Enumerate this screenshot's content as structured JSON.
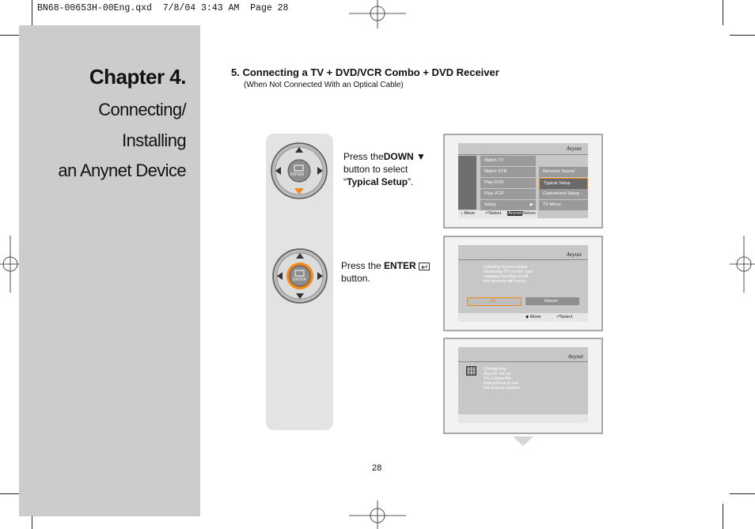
{
  "header": {
    "line": "BN68-00653H-00Eng.qxd  7/8/04 3:43 AM  Page 28"
  },
  "sidebar": {
    "chapter": "Chapter 4.",
    "subtitle": [
      "Connecting/",
      "Installing",
      "an Anynet Device"
    ]
  },
  "section": {
    "title": "5. Connecting a TV + DVD/VCR Combo + DVD Receiver",
    "subtitle": "(When Not Connected With an Optical Cable)"
  },
  "step1": {
    "text_a": "Press the",
    "key": "DOWN",
    "arrow": "▼",
    "text_b": "button to select",
    "quote_open": "“",
    "option": "Typical Setup",
    "quote_close": "”."
  },
  "step2": {
    "text_a": "Press the ",
    "key": "ENTER",
    "text_b": "button."
  },
  "remote": {
    "enter_label": "ENTER"
  },
  "screen1": {
    "logo": "Anynet",
    "menu": [
      "Watch TV",
      "Watch STB",
      "Play DVD",
      "Play VCR",
      "Setup"
    ],
    "submenu": [
      "Receiver Sound",
      "Typical Setup",
      "Customized Setup",
      "TV Menu"
    ],
    "footer": {
      "move": "Move",
      "select": "Select",
      "anynet": "Anynet",
      "return": "Return"
    }
  },
  "screen2": {
    "logo": "Anynet",
    "message": [
      "Initiating Anynet setup.",
      "Flickering TV screen and",
      "repeated turning on/off",
      "the devices will occur."
    ],
    "ok": "OK",
    "return": "Return",
    "footer": {
      "move": "Move",
      "select": "Select"
    }
  },
  "screen3": {
    "logo": "Anynet",
    "message": [
      "Configuring",
      "Anynet set up...",
      "1% Follow the",
      "instructions to run",
      "the Anynet system."
    ]
  },
  "page_number": "28",
  "colors": {
    "sidebar": "#cccccc",
    "panel": "#e3e3e3",
    "accent": "#f08a1c",
    "screen": "#c7c7c7"
  }
}
